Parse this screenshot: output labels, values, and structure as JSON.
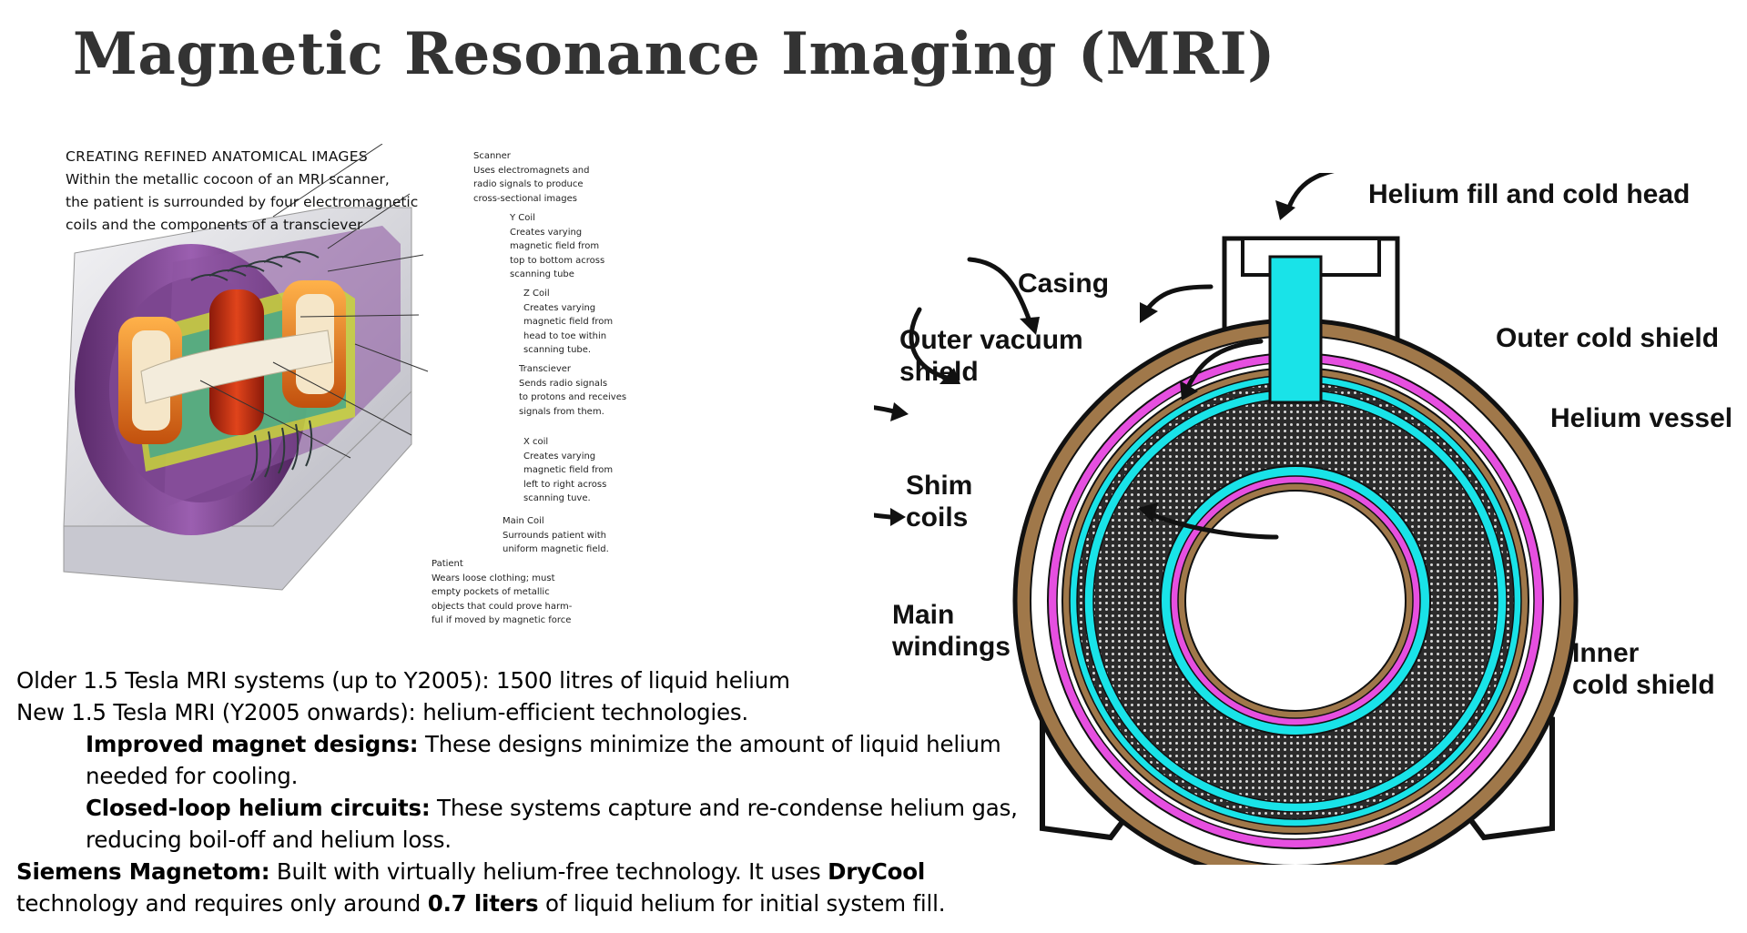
{
  "title": "Magnetic Resonance Imaging (MRI)",
  "left_figure": {
    "heading": "CREATING REFINED ANATOMICAL IMAGES",
    "subtitle_lines": [
      "Within the metallic cocoon of an MRI scanner,",
      "the patient is surrounded by four electromagnetic",
      "coils and the components of a transciever"
    ],
    "callouts": {
      "scanner": {
        "name": "Scanner",
        "lines": [
          "Uses electromagnets and",
          "radio signals to produce",
          "cross-sectional images"
        ]
      },
      "y_coil": {
        "name": "Y Coil",
        "lines": [
          "Creates varying",
          "magnetic field from",
          "top to bottom across",
          "scanning tube"
        ]
      },
      "z_coil": {
        "name": "Z Coil",
        "lines": [
          "Creates varying",
          "magnetic field from",
          "head to toe within",
          "scanning tube."
        ]
      },
      "transciever": {
        "name": "Transciever",
        "lines": [
          "Sends radio signals",
          "to protons and receives",
          "signals from them."
        ]
      },
      "x_coil": {
        "name": "X coil",
        "lines": [
          "Creates varying",
          "magnetic field from",
          "left to right across",
          "scanning tuve."
        ]
      },
      "main_coil": {
        "name": "Main Coil",
        "lines": [
          "Surrounds patient with",
          "uniform magnetic field."
        ]
      },
      "patient": {
        "name": "Patient",
        "lines": [
          "Wears loose clothing; must",
          "empty pockets of metallic",
          "objects that could prove harm-",
          "ful if moved by magnetic force"
        ]
      }
    }
  },
  "notes": {
    "line1": "Older 1.5 Tesla MRI systems (up to Y2005): 1500 litres of liquid helium",
    "line2": "New 1.5 Tesla MRI (Y2005 onwards): helium-efficient technologies.",
    "magnet_bold": "Improved magnet designs:",
    "magnet_text": " These designs minimize the amount of liquid helium needed for cooling.",
    "closed_bold": "Closed-loop helium circuits:",
    "closed_text": " These systems capture and re-condense helium gas, reducing boil-off and helium loss.",
    "siemens_bold": "Siemens Magnetom:",
    "siemens_text1": " Built with virtually helium-free technology. It uses ",
    "drycool_bold": "DryCool",
    "siemens_text2": " technology and requires only around ",
    "liters_bold": "0.7 liters",
    "siemens_text3": " of liquid helium for initial system fill."
  },
  "right_figure": {
    "labels": {
      "helium_fill": "Helium fill and cold head",
      "casing": "Casing",
      "outer_vacuum_1": "Outer vacuum",
      "outer_vacuum_2": "shield",
      "outer_cold": "Outer cold shield",
      "helium_vessel": "Helium vessel",
      "shim_1": "Shim",
      "shim_2": "coils",
      "main_1": "Main",
      "main_2": "windings",
      "inner_cold_1": "Inner",
      "inner_cold_2": "cold shield"
    },
    "colors": {
      "casing": "#a0784a",
      "magenta": "#e64fe0",
      "cyan": "#19e3e8",
      "windings": "#2b2b2b",
      "leg": "#111111"
    }
  }
}
